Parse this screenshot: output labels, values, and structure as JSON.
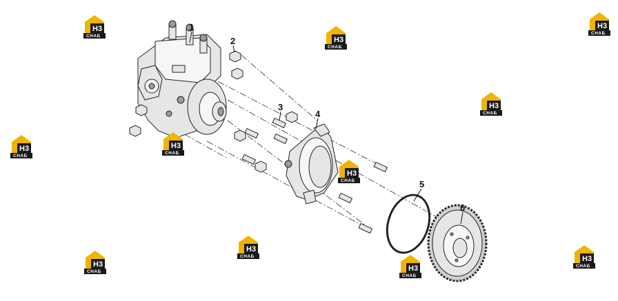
{
  "diagram": {
    "callouts": [
      {
        "id": "1",
        "label": "1"
      },
      {
        "id": "2",
        "label": "2"
      },
      {
        "id": "3",
        "label": "3"
      },
      {
        "id": "4",
        "label": "4"
      },
      {
        "id": "5",
        "label": "5"
      },
      {
        "id": "6",
        "label": "6"
      }
    ]
  },
  "watermark": {
    "logo_text": "H3",
    "logo_sub": "CHAБ",
    "colors": {
      "accent": "#f0b400",
      "dark": "#1a1a1a",
      "sub": "#ffffff"
    }
  }
}
